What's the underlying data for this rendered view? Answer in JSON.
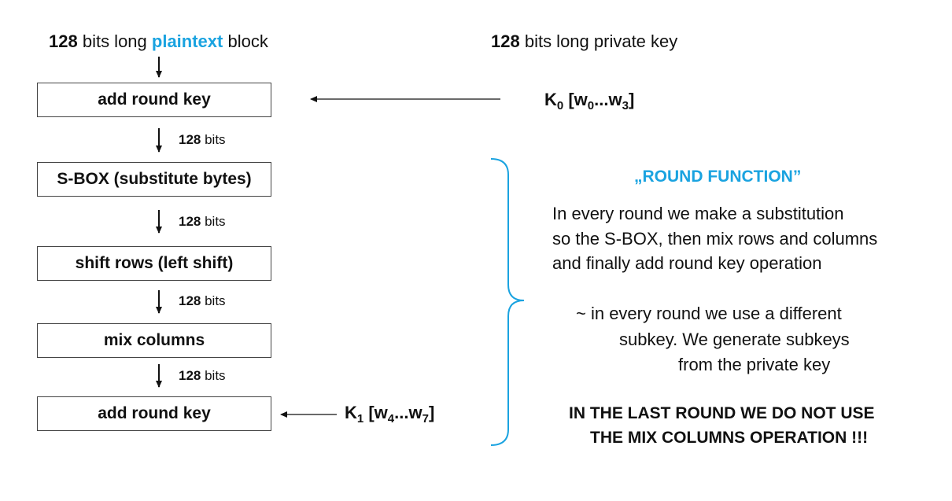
{
  "header": {
    "plaintext_num": "128",
    "plaintext_pre": " bits long ",
    "plaintext_word": "plaintext",
    "plaintext_post": " block",
    "key_num": "128",
    "key_text": " bits long private key"
  },
  "steps": [
    {
      "label": "add round key"
    },
    {
      "label": "S-BOX (substitute bytes)"
    },
    {
      "label": "shift rows (left shift)"
    },
    {
      "label": "mix columns"
    },
    {
      "label": "add round key"
    }
  ],
  "bit_labels": [
    {
      "num": "128",
      "unit": " bits"
    },
    {
      "num": "128",
      "unit": " bits"
    },
    {
      "num": "128",
      "unit": " bits"
    },
    {
      "num": "128",
      "unit": " bits"
    }
  ],
  "keys": {
    "k0": {
      "letter": "K",
      "sub": "0",
      "open": " [w",
      "w_first": "0",
      "mid": "...w",
      "w_last": "3",
      "close": "]"
    },
    "k1": {
      "letter": "K",
      "sub": "1",
      "open": " [w",
      "w_first": "4",
      "mid": "...w",
      "w_last": "7",
      "close": "]"
    }
  },
  "round_function": {
    "title": "„ROUND FUNCTION”",
    "desc_lines": [
      "In every round we make a substitution",
      "so the S-BOX, then mix rows and columns",
      "and finally add round key operation"
    ],
    "note_lines": [
      "~ in every round we use a different",
      "subkey. We generate subkeys",
      "from the private key"
    ],
    "warning_lines": [
      "IN THE LAST ROUND WE DO NOT USE",
      "THE MIX COLUMNS OPERATION !!!"
    ]
  },
  "colors": {
    "accent": "#1aa3e0",
    "text": "#111111",
    "box_border": "#444444"
  }
}
